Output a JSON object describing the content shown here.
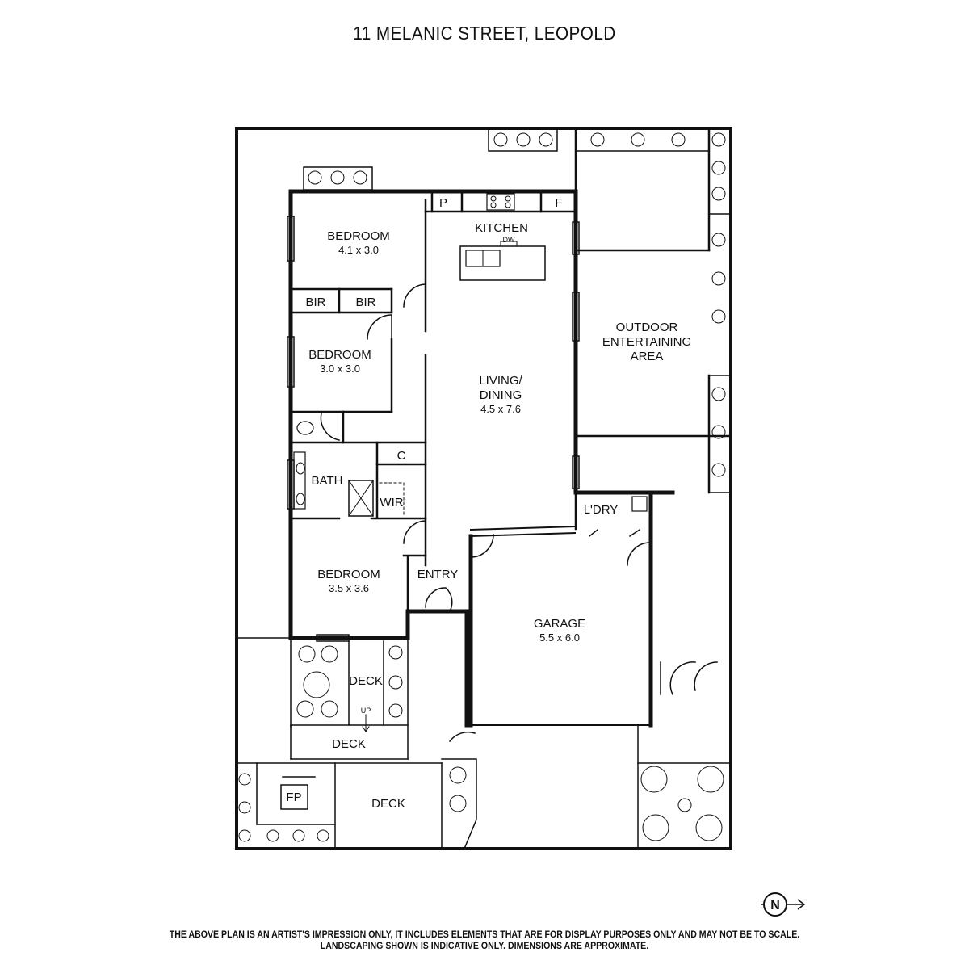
{
  "title": "11 MELANIC STREET, LEOPOLD",
  "rooms": {
    "bed1": {
      "name": "BEDROOM",
      "dims": "4.1 x 3.0"
    },
    "bed2": {
      "name": "BEDROOM",
      "dims": "3.0 x 3.0"
    },
    "bed3": {
      "name": "BEDROOM",
      "dims": "3.5 x 3.6"
    },
    "bir1": "BIR",
    "bir2": "BIR",
    "kitchen": "KITCHEN",
    "dw": "DW",
    "pantry": "P",
    "fridge": "F",
    "living": {
      "line1": "LIVING/",
      "line2": "DINING",
      "dims": "4.5 x 7.6"
    },
    "outdoor": {
      "line1": "OUTDOOR",
      "line2": "ENTERTAINING",
      "line3": "AREA"
    },
    "bath": "BATH",
    "wir": "WIR",
    "cupboard": "C",
    "laundry": "L'DRY",
    "entry": "ENTRY",
    "garage": {
      "name": "GARAGE",
      "dims": "5.5 x 6.0"
    },
    "deck1": "DECK",
    "deck2": "DECK",
    "deck3": "DECK",
    "up": "UP",
    "fp": "FP"
  },
  "compass": "N",
  "disclaimer": {
    "line1": "THE ABOVE PLAN IS AN ARTIST'S IMPRESSION ONLY, IT INCLUDES ELEMENTS THAT ARE FOR DISPLAY PURPOSES ONLY AND MAY NOT BE TO SCALE.",
    "line2": "LANDSCAPING SHOWN IS INDICATIVE ONLY. DIMENSIONS ARE APPROXIMATE."
  }
}
